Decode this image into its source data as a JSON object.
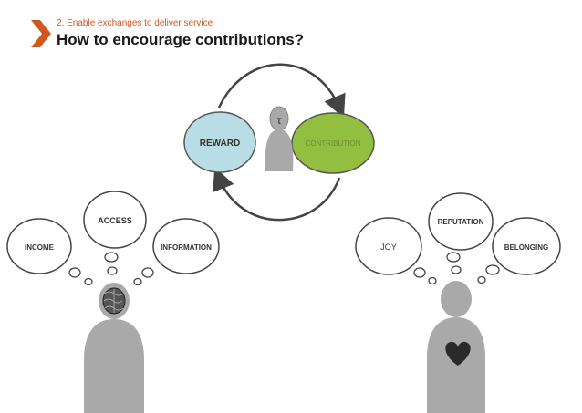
{
  "header": {
    "subtitle": "2. Enable exchanges to deliver service",
    "title": "How to encourage contributions?"
  },
  "cycle": {
    "reward": "REWARD",
    "contribution": "CONTRIBUTION"
  },
  "left_thoughts": {
    "access": "ACCESS",
    "income": "INCOME",
    "information": "INFORMATION"
  },
  "right_thoughts": {
    "reputation": "REPUTATION",
    "joy": "JOY",
    "belonging": "BELONGING"
  },
  "colors": {
    "accent": "#d0581c",
    "reward_fill": "#b9dde4",
    "contribution_fill": "#92bf3f",
    "figure_gray": "#a9a9a9",
    "heart": "#2a2a2a"
  },
  "icons": [
    "chevron-icon",
    "brain-icon",
    "heart-icon",
    "person-icon",
    "cycle-arrow-icon"
  ]
}
